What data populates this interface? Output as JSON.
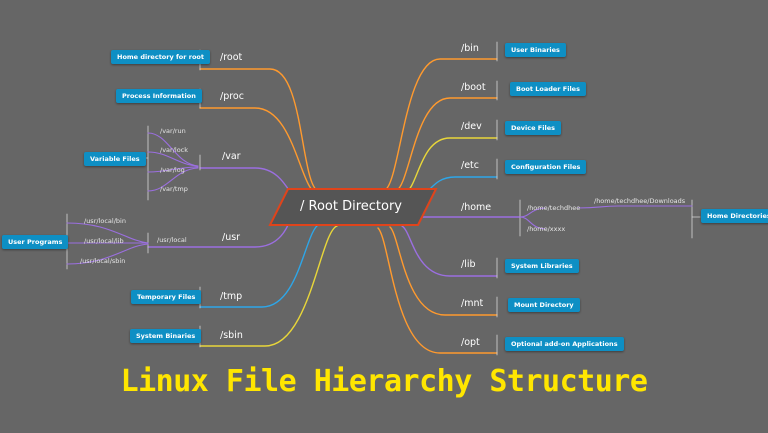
{
  "title": "Linux File Hierarchy Structure",
  "root": "/ Root Directory",
  "colors": {
    "background": "#666666",
    "tag": "#0e8fc4",
    "root_border": "#e0441b",
    "title": "#ffe600",
    "orange": "#ff9a2e",
    "yellow": "#e8d63a",
    "purple": "#9b6fe0",
    "blue": "#2ea6e8"
  },
  "left": {
    "root": {
      "dir": "/root",
      "tag": "Home directory for root"
    },
    "proc": {
      "dir": "/proc",
      "tag": "Process Information"
    },
    "var": {
      "dir": "/var",
      "tag": "Variable Files",
      "subs": [
        "/var/run",
        "/var/lock",
        "/var/log",
        "/var/tmp"
      ]
    },
    "usr": {
      "dir": "/usr",
      "tag": "User Programs",
      "local": "/usr/local",
      "subs": [
        "/usr/local/bin",
        "/usr/local/lib",
        "/usr/local/sbin"
      ]
    },
    "tmp": {
      "dir": "/tmp",
      "tag": "Temporary Files"
    },
    "sbin": {
      "dir": "/sbin",
      "tag": "System Binaries"
    }
  },
  "right": {
    "bin": {
      "dir": "/bin",
      "tag": "User Binaries"
    },
    "boot": {
      "dir": "/boot",
      "tag": "Boot Loader Files"
    },
    "dev": {
      "dir": "/dev",
      "tag": "Device Files"
    },
    "etc": {
      "dir": "/etc",
      "tag": "Configuration Files"
    },
    "home": {
      "dir": "/home",
      "tag": "Home Directories",
      "subs": [
        "/home/techdhee",
        "/home/xxxx"
      ],
      "downloads": "/home/techdhee/Downloads"
    },
    "lib": {
      "dir": "/lib",
      "tag": "System Libraries"
    },
    "mnt": {
      "dir": "/mnt",
      "tag": "Mount Directory"
    },
    "opt": {
      "dir": "/opt",
      "tag": "Optional add-on Applications"
    }
  }
}
